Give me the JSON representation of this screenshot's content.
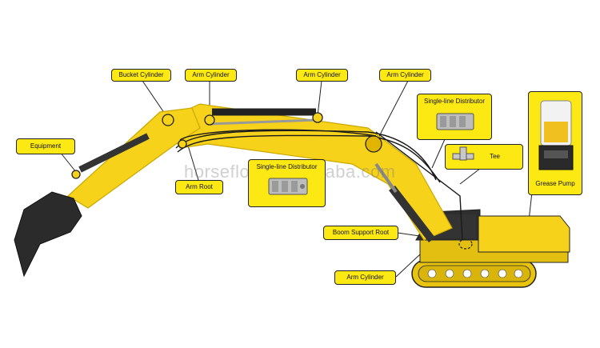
{
  "watermark": "horsefloat.en.alibaba.com",
  "colors": {
    "machine": "#f6d21a",
    "machine_edge": "#c9a800",
    "callout": "#fce812",
    "hose": "#1a1a1a",
    "track": "#e8c40f"
  },
  "callouts": {
    "bucket_cylinder": "Bucket Cylinder",
    "arm_cylinder_1": "Arm Cylinder",
    "arm_cylinder_2": "Arm Cylinder",
    "arm_cylinder_3": "Arm Cylinder",
    "arm_cylinder_4": "Arm Cylinder",
    "equipment": "Equipment",
    "arm_root": "Arm Root",
    "distributor_1": "Single-line Distributor",
    "distributor_2": "Single-line Distributor",
    "tee": "Tee",
    "grease_pump": "Grease Pump",
    "boom_support_root": "Boom Support Root"
  }
}
